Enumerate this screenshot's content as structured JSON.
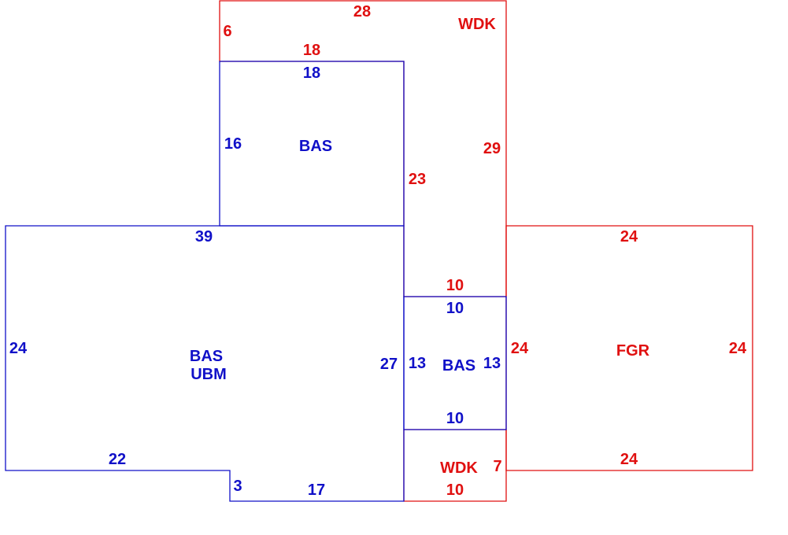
{
  "colors": {
    "living_area": "#1010c8",
    "other_area": "#e01010",
    "background": "#ffffff"
  },
  "areas": [
    {
      "id": "wdk-top",
      "color_key": "other_area",
      "labels": [
        "WDK"
      ],
      "dims": [
        {
          "id": "top",
          "value": "28"
        },
        {
          "id": "left",
          "value": "6"
        },
        {
          "id": "inner-top",
          "value": "18"
        },
        {
          "id": "right",
          "value": "29"
        },
        {
          "id": "inner-right",
          "value": "23"
        },
        {
          "id": "bottom",
          "value": "10"
        }
      ]
    },
    {
      "id": "bas-upper",
      "color_key": "living_area",
      "labels": [
        "BAS"
      ],
      "dims": [
        {
          "id": "top",
          "value": "18"
        },
        {
          "id": "left",
          "value": "16"
        }
      ]
    },
    {
      "id": "bas-main",
      "color_key": "living_area",
      "labels": [
        "BAS",
        "UBM"
      ],
      "dims": [
        {
          "id": "top",
          "value": "39"
        },
        {
          "id": "left",
          "value": "24"
        },
        {
          "id": "right",
          "value": "27"
        },
        {
          "id": "bottom-left",
          "value": "22"
        },
        {
          "id": "step",
          "value": "3"
        },
        {
          "id": "bottom-right",
          "value": "17"
        }
      ]
    },
    {
      "id": "bas-small",
      "color_key": "living_area",
      "labels": [
        "BAS"
      ],
      "dims": [
        {
          "id": "top",
          "value": "10"
        },
        {
          "id": "left",
          "value": "13"
        },
        {
          "id": "right",
          "value": "13"
        },
        {
          "id": "bottom",
          "value": "10"
        }
      ]
    },
    {
      "id": "fgr",
      "color_key": "other_area",
      "labels": [
        "FGR"
      ],
      "dims": [
        {
          "id": "top",
          "value": "24"
        },
        {
          "id": "left",
          "value": "24"
        },
        {
          "id": "right",
          "value": "24"
        },
        {
          "id": "bottom",
          "value": "24"
        }
      ]
    },
    {
      "id": "wdk-bottom",
      "color_key": "other_area",
      "labels": [
        "WDK"
      ],
      "dims": [
        {
          "id": "right",
          "value": "7"
        },
        {
          "id": "bottom",
          "value": "10"
        }
      ]
    }
  ]
}
